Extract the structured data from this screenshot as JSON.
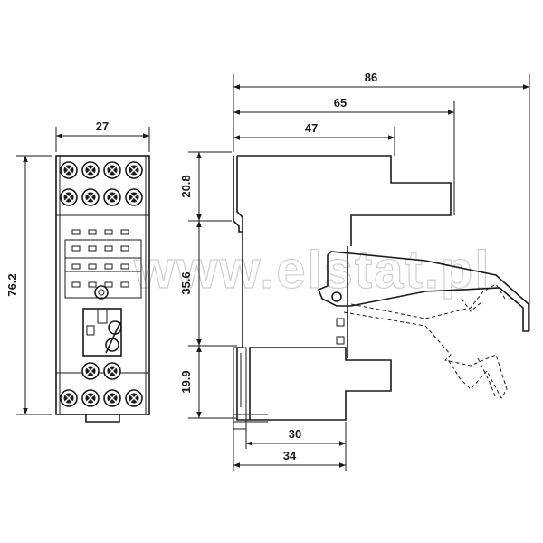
{
  "watermark": "www.elstat.pl",
  "front_view": {
    "width_label": "27",
    "height_label": "76.2"
  },
  "side_view": {
    "dim_top_label": "86",
    "dim_mid_label": "65",
    "dim_low_label": "47",
    "height_top_label": "20.8",
    "height_mid_label": "35.6",
    "height_bottom_label": "19.9",
    "base_inner_label": "30",
    "base_outer_label": "34"
  }
}
